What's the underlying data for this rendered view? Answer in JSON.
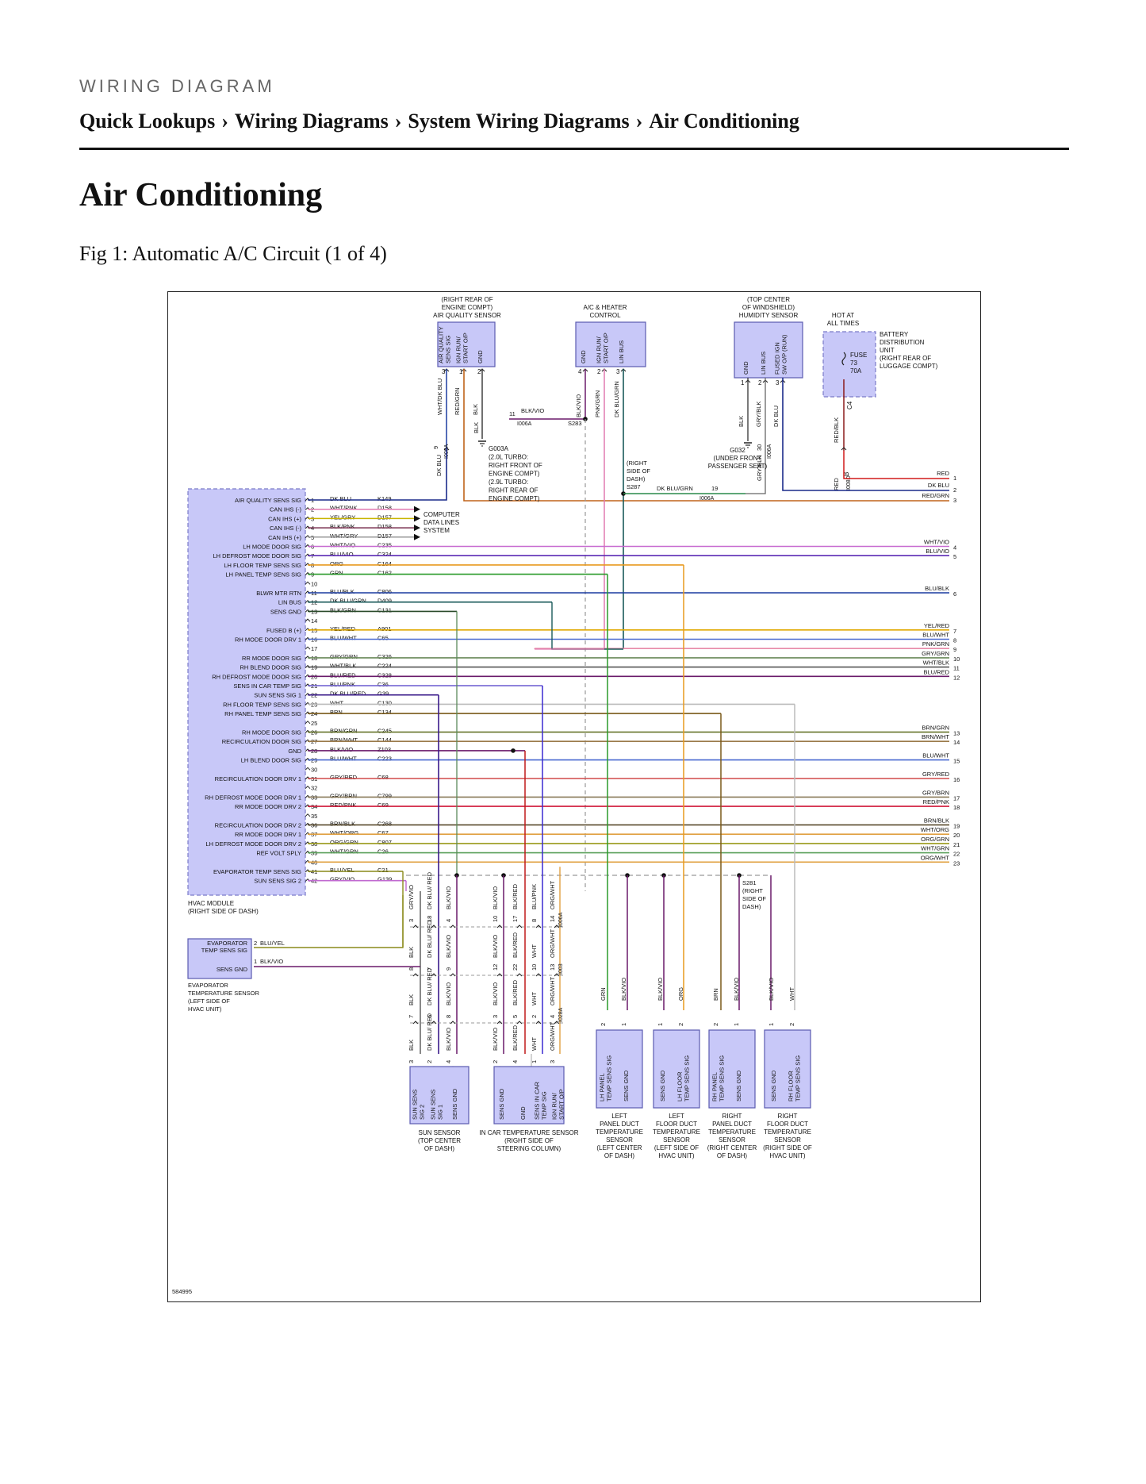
{
  "header": {
    "eyebrow": "WIRING DIAGRAM",
    "breadcrumbs": [
      "Quick Lookups",
      "Wiring Diagrams",
      "System Wiring Diagrams",
      "Air Conditioning"
    ],
    "separator": "›"
  },
  "page_title": "Air Conditioning",
  "figure_caption": "Fig 1: Automatic A/C Circuit (1 of 4)",
  "diagram": {
    "figure_id": "584995",
    "components": {
      "air_quality_sensor": {
        "label": [
          "(RIGHT REAR OF",
          "ENGINE COMPT)",
          "AIR QUALITY SENSOR"
        ],
        "pins": [
          {
            "num": "3",
            "name": [
              "AIR QUALITY",
              "SENS SIG"
            ],
            "wire": "WHT/DK BLU"
          },
          {
            "num": "1",
            "name": [
              "IGN RUN/",
              "START O/P"
            ],
            "wire": "RED/GRN"
          },
          {
            "num": "2",
            "name": [
              "GND"
            ],
            "wire": "BLK"
          }
        ]
      },
      "ac_heater_control": {
        "label": [
          "A/C & HEATER",
          "CONTROL"
        ],
        "pins": [
          {
            "num": "4",
            "name": [
              "GND"
            ],
            "wire": "BLK/VIO"
          },
          {
            "num": "2",
            "name": [
              "IGN RUN/",
              "START O/P"
            ],
            "wire": "PNK/GRN"
          },
          {
            "num": "3",
            "name": [
              "LIN BUS"
            ],
            "wire": "DK BLU/GRN"
          }
        ]
      },
      "humidity_sensor": {
        "label": [
          "(TOP CENTER",
          "OF WINDSHIELD)",
          "HUMIDITY SENSOR"
        ],
        "pins": [
          {
            "num": "1",
            "name": [
              "GND"
            ],
            "wire": "BLK"
          },
          {
            "num": "2",
            "name": [
              "LIN BUS"
            ],
            "wire": "GRY/BLK"
          },
          {
            "num": "3",
            "name": [
              "FUSED IGN",
              "SW O/P (RUN)"
            ],
            "wire": "DK BLU"
          }
        ]
      },
      "battery_distribution": {
        "hot_label": [
          "HOT AT",
          "ALL TIMES"
        ],
        "label": [
          "BATTERY",
          "DISTRIBUTION",
          "UNIT",
          "(RIGHT REAR OF",
          "LUGGAGE COMPT)"
        ],
        "fuse": [
          "FUSE",
          "73",
          "70A"
        ],
        "connector": "C4",
        "wire": "RED/BLK",
        "wire2": "RED",
        "pin": "B",
        "splice_tag": "I008D"
      },
      "grounds": {
        "g003a": [
          "G003A",
          "(2.0L TURBO:",
          "RIGHT FRONT OF",
          "ENGINE COMPT)",
          "(2.9L TURBO:",
          "RIGHT REAR OF",
          "ENGINE COMPT)"
        ],
        "g032": [
          "G032",
          "(UNDER FRONT",
          "PASSENGER SEAT)"
        ]
      },
      "splices": {
        "s283": "S283",
        "s287": [
          "(RIGHT",
          "SIDE OF",
          "DASH)",
          "S287"
        ],
        "s281": [
          "S281",
          "(RIGHT",
          "SIDE OF",
          "DASH)"
        ]
      },
      "computer_data_lines": [
        "COMPUTER",
        "DATA LINES",
        "SYSTEM"
      ],
      "hvac_module": [
        "HVAC MODULE",
        "(RIGHT SIDE OF DASH)"
      ],
      "evaporator_sensor": {
        "pins": [
          {
            "num": "2",
            "name": [
              "EVAPORATOR",
              "TEMP SENS SIG"
            ],
            "wire": "BLU/YEL"
          },
          {
            "num": "1",
            "name": [
              "SENS GND"
            ],
            "wire": "BLK/VIO"
          }
        ],
        "label": [
          "EVAPORATOR",
          "TEMPERATURE SENSOR",
          "(LEFT SIDE OF",
          "HVAC UNIT)"
        ]
      },
      "sun_sensor": {
        "pins": [
          [
            "SUN SENS",
            "SIG 2"
          ],
          [
            "SUN SENS",
            "SIG 1"
          ],
          [
            "SENS GND"
          ]
        ],
        "label": [
          "SUN SENSOR",
          "(TOP CENTER",
          "OF DASH)"
        ]
      },
      "in_car_sensor": {
        "pins": [
          [
            "SENS GND"
          ],
          [
            "GND"
          ],
          [
            "SENS IN CAR",
            "TEMP SIG"
          ],
          [
            "IGN RUN/",
            "START O/P"
          ]
        ],
        "label": [
          "IN CAR TEMPERATURE SENSOR",
          "(RIGHT SIDE OF",
          "STEERING COLUMN)"
        ]
      },
      "duct_sensors": [
        {
          "pins": [
            [
              "LH PANEL",
              "TEMP SENS SIG"
            ],
            [
              "SENS GND"
            ]
          ],
          "pin_nums": [
            "2",
            "1"
          ],
          "wires": [
            "GRN",
            "BLK/VIO"
          ],
          "label": [
            "LEFT",
            "PANEL DUCT",
            "TEMPERATURE",
            "SENSOR",
            "(LEFT CENTER",
            "OF DASH)"
          ]
        },
        {
          "pins": [
            [
              "SENS GND"
            ],
            [
              "LH FLOOR",
              "TEMP SENS SIG"
            ]
          ],
          "pin_nums": [
            "1",
            "2"
          ],
          "wires": [
            "BLK/VIO",
            "ORG"
          ],
          "label": [
            "LEFT",
            "FLOOR DUCT",
            "TEMPERATURE",
            "SENSOR",
            "(LEFT SIDE OF",
            "HVAC UNIT)"
          ]
        },
        {
          "pins": [
            [
              "RH PANEL",
              "TEMP SENS SIG"
            ],
            [
              "SENS GND"
            ]
          ],
          "pin_nums": [
            "2",
            "1"
          ],
          "wires": [
            "BRN",
            "BLK/VIO"
          ],
          "label": [
            "RIGHT",
            "PANEL DUCT",
            "TEMPERATURE",
            "SENSOR",
            "(RIGHT CENTER",
            "OF DASH)"
          ]
        },
        {
          "pins": [
            [
              "SENS GND"
            ],
            [
              "RH FLOOR",
              "TEMP SENS SIG"
            ]
          ],
          "pin_nums": [
            "1",
            "2"
          ],
          "wires": [
            "BLK/VIO",
            "WHT"
          ],
          "label": [
            "RIGHT",
            "FLOOR DUCT",
            "TEMPERATURE",
            "SENSOR",
            "(RIGHT SIDE OF",
            "HVAC UNIT)"
          ]
        }
      ]
    },
    "hvac_pins": [
      {
        "pin": "1",
        "signal": "AIR QUALITY SENS SIG",
        "wire": "DK BLU",
        "circuit": "K149",
        "color": "#1a2a8a",
        "right": "DK BLU",
        "ref": "2"
      },
      {
        "pin": "2",
        "signal": "CAN IHS (-)",
        "wire": "WHT/PNK",
        "circuit": "D158",
        "color": "#e07ab0",
        "right": "",
        "ref": ""
      },
      {
        "pin": "3",
        "signal": "CAN IHS (+)",
        "wire": "YEL/GRY",
        "circuit": "D157",
        "color": "#c8b400",
        "right": "",
        "ref": ""
      },
      {
        "pin": "4",
        "signal": "CAN IHS (-)",
        "wire": "BLK/PNK",
        "circuit": "D158",
        "color": "#7a3050",
        "right": "",
        "ref": ""
      },
      {
        "pin": "5",
        "signal": "CAN IHS (+)",
        "wire": "WHT/GRY",
        "circuit": "D157",
        "color": "#999999",
        "right": "",
        "ref": ""
      },
      {
        "pin": "6",
        "signal": "LH MODE DOOR SIG",
        "wire": "WHT/VIO",
        "circuit": "C235",
        "color": "#c76ad0",
        "right": "WHT/VIO",
        "ref": "4"
      },
      {
        "pin": "7",
        "signal": "LH DEFROST MODE DOOR SIG",
        "wire": "BLU/VIO",
        "circuit": "C324",
        "color": "#5b2ab5",
        "right": "BLU/VIO",
        "ref": "5"
      },
      {
        "pin": "8",
        "signal": "LH FLOOR TEMP SENS SIG",
        "wire": "ORG",
        "circuit": "C164",
        "color": "#e89a1e",
        "right": "",
        "ref": ""
      },
      {
        "pin": "9",
        "signal": "LH PANEL TEMP SENS SIG",
        "wire": "GRN",
        "circuit": "C162",
        "color": "#2a9a2a",
        "right": "",
        "ref": ""
      },
      {
        "pin": "10",
        "signal": "",
        "wire": "",
        "circuit": "",
        "color": "",
        "right": "",
        "ref": ""
      },
      {
        "pin": "11",
        "signal": "BLWR MTR RTN",
        "wire": "BLU/BLK",
        "circuit": "C806",
        "color": "#1a3aa0",
        "right": "BLU/BLK",
        "ref": "6"
      },
      {
        "pin": "12",
        "signal": "LIN BUS",
        "wire": "DK BLU/GRN",
        "circuit": "D409",
        "color": "#1a5a5a",
        "right": "",
        "ref": ""
      },
      {
        "pin": "13",
        "signal": "SENS GND",
        "wire": "BLK/GRN",
        "circuit": "C131",
        "color": "#2a4a2a",
        "right": "",
        "ref": ""
      },
      {
        "pin": "14",
        "signal": "",
        "wire": "",
        "circuit": "",
        "color": "",
        "right": "",
        "ref": ""
      },
      {
        "pin": "15",
        "signal": "FUSED B (+)",
        "wire": "YEL/RED",
        "circuit": "A901",
        "color": "#e0a800",
        "right": "YEL/RED",
        "ref": "7"
      },
      {
        "pin": "16",
        "signal": "RH MODE DOOR DRV 1",
        "wire": "BLU/WHT",
        "circuit": "C65",
        "color": "#4a6ad0",
        "right": "BLU/WHT",
        "ref": "8"
      },
      {
        "pin": "17",
        "signal": "",
        "wire": "",
        "circuit": "",
        "color": "#e88aa8",
        "right": "PNK/GRN",
        "ref": "9"
      },
      {
        "pin": "18",
        "signal": "RR MODE DOOR SIG",
        "wire": "GRY/GRN",
        "circuit": "C326",
        "color": "#6a8a5a",
        "right": "GRY/GRN",
        "ref": "10"
      },
      {
        "pin": "19",
        "signal": "RH BLEND DOOR SIG",
        "wire": "WHT/BLK",
        "circuit": "C224",
        "color": "#555555",
        "right": "WHT/BLK",
        "ref": "11"
      },
      {
        "pin": "20",
        "signal": "RH DEFROST MODE DOOR SIG",
        "wire": "BLU/RED",
        "circuit": "C328",
        "color": "#6a1a6a",
        "right": "BLU/RED",
        "ref": "12"
      },
      {
        "pin": "21",
        "signal": "SENS IN CAR TEMP SIG",
        "wire": "BLU/PNK",
        "circuit": "C36",
        "color": "#6a5ad0",
        "right": "",
        "ref": ""
      },
      {
        "pin": "22",
        "signal": "SUN SENS SIG 1",
        "wire": "DK BLU/RED",
        "circuit": "G39",
        "color": "#3a1a8a",
        "right": "",
        "ref": ""
      },
      {
        "pin": "23",
        "signal": "RH FLOOR TEMP SENS SIG",
        "wire": "WHT",
        "circuit": "C130",
        "color": "#bbbbbb",
        "right": "",
        "ref": ""
      },
      {
        "pin": "24",
        "signal": "RH PANEL TEMP SENS SIG",
        "wire": "BRN",
        "circuit": "C134",
        "color": "#7a5a1a",
        "right": "",
        "ref": ""
      },
      {
        "pin": "25",
        "signal": "",
        "wire": "",
        "circuit": "",
        "color": "",
        "right": "",
        "ref": ""
      },
      {
        "pin": "26",
        "signal": "RH MODE DOOR SIG",
        "wire": "BRN/GRN",
        "circuit": "C245",
        "color": "#5a6a1a",
        "right": "BRN/GRN",
        "ref": "13"
      },
      {
        "pin": "27",
        "signal": "RECIRCULATION DOOR SIG",
        "wire": "BRN/WHT",
        "circuit": "C144",
        "color": "#9a7a4a",
        "right": "BRN/WHT",
        "ref": "14"
      },
      {
        "pin": "28",
        "signal": "GND",
        "wire": "BLK/VIO",
        "circuit": "Z103",
        "color": "#6a1a6a",
        "right": "",
        "ref": ""
      },
      {
        "pin": "29",
        "signal": "LH BLEND DOOR SIG",
        "wire": "BLU/WHT",
        "circuit": "C223",
        "color": "#4a6ad0",
        "right": "BLU/WHT",
        "ref": "15"
      },
      {
        "pin": "30",
        "signal": "",
        "wire": "",
        "circuit": "",
        "color": "",
        "right": "",
        "ref": ""
      },
      {
        "pin": "31",
        "signal": "RECIRCULATION DOOR DRV 1",
        "wire": "GRY/RED",
        "circuit": "C68",
        "color": "#d04a4a",
        "right": "GRY/RED",
        "ref": "16"
      },
      {
        "pin": "32",
        "signal": "",
        "wire": "",
        "circuit": "",
        "color": "",
        "right": "",
        "ref": ""
      },
      {
        "pin": "33",
        "signal": "RH DEFROST MODE DOOR DRV 1",
        "wire": "GRY/BRN",
        "circuit": "C799",
        "color": "#8a7a5a",
        "right": "GRY/BRN",
        "ref": "17"
      },
      {
        "pin": "34",
        "signal": "RR MODE DOOR DRV 2",
        "wire": "RED/PNK",
        "circuit": "C69",
        "color": "#d01a3a",
        "right": "RED/PNK",
        "ref": "18"
      },
      {
        "pin": "35",
        "signal": "",
        "wire": "",
        "circuit": "",
        "color": "",
        "right": "",
        "ref": ""
      },
      {
        "pin": "36",
        "signal": "RECIRCULATION DOOR DRV 2",
        "wire": "BRN/BLK",
        "circuit": "C268",
        "color": "#4a3a1a",
        "right": "BRN/BLK",
        "ref": "19"
      },
      {
        "pin": "37",
        "signal": "RR MODE DOOR DRV 1",
        "wire": "WHT/ORG",
        "circuit": "C67",
        "color": "#e0a040",
        "right": "WHT/ORG",
        "ref": "20"
      },
      {
        "pin": "38",
        "signal": "LH DEFROST MODE DOOR DRV 2",
        "wire": "ORG/GRN",
        "circuit": "C807",
        "color": "#9a9a1a",
        "right": "ORG/GRN",
        "ref": "21"
      },
      {
        "pin": "39",
        "signal": "REF VOLT SPLY",
        "wire": "WHT/GRN",
        "circuit": "C26",
        "color": "#5aa05a",
        "right": "WHT/GRN",
        "ref": "22"
      },
      {
        "pin": "40",
        "signal": "",
        "wire": "",
        "circuit": "",
        "color": "#e0a040",
        "right": "ORG/WHT",
        "ref": "23"
      },
      {
        "pin": "41",
        "signal": "EVAPORATOR TEMP SENS SIG",
        "wire": "BLU/YEL",
        "circuit": "C21",
        "color": "#8a8a1a",
        "right": "",
        "ref": ""
      },
      {
        "pin": "42",
        "signal": "SUN SENS SIG 2",
        "wire": "GRY/VIO",
        "circuit": "G139",
        "color": "#c06ad0",
        "right": "",
        "ref": ""
      }
    ],
    "top_right_wires": [
      {
        "label": "RED",
        "ref": "1"
      },
      {
        "label": "DK BLU",
        "ref": "2"
      },
      {
        "label": "RED/GRN",
        "ref": "3"
      }
    ],
    "wire_labels": {
      "blk_vio_11": "11",
      "blk_vio": "BLK/VIO",
      "i006a": "I006A",
      "blk": "BLK",
      "dk_blu": "DK BLU",
      "pin9": "9",
      "dk_blu_grn": "DK BLU/GRN",
      "pin19": "19",
      "gry_blk": "GRY/BLK",
      "pin30": "30"
    },
    "inline_connectors": {
      "row1": [
        {
          "pin": "3",
          "wire": "GRY/VIO"
        },
        {
          "pin": "18",
          "wire": "DK BLU/ RED"
        },
        {
          "pin": "4",
          "wire": "BLK/VIO"
        },
        {
          "pin": "10",
          "wire": "BLK/VIO"
        },
        {
          "pin": "17",
          "wire": "BLK/RED"
        },
        {
          "pin": "8",
          "wire": "BLU/PNK"
        },
        {
          "pin": "14",
          "wire": "ORG/WHT"
        }
      ],
      "row1_tag": "I006A",
      "row2": [
        {
          "pin": "8",
          "wire": "BLK"
        },
        {
          "pin": "7",
          "wire": "DK BLU/ RED"
        },
        {
          "pin": "9",
          "wire": "BLK/VIO"
        },
        {
          "pin": "12",
          "wire": "BLK/VIO"
        },
        {
          "pin": "22",
          "wire": "BLK/RED"
        },
        {
          "pin": "10",
          "wire": "WHT"
        },
        {
          "pin": "13",
          "wire": "ORG/WHT"
        }
      ],
      "row2_tag": "I003",
      "row3": [
        {
          "pin": "7",
          "wire": "BLK"
        },
        {
          "pin": "6",
          "wire": "DK BLU/ RED"
        },
        {
          "pin": "8",
          "wire": "BLK/VIO"
        },
        {
          "pin": "3",
          "wire": "BLK/VIO"
        },
        {
          "pin": "5",
          "wire": "BLK/RED"
        },
        {
          "pin": "2",
          "wire": "WHT"
        },
        {
          "pin": "4",
          "wire": "ORG/WHT"
        }
      ],
      "row3_tag": "I028A",
      "row4": [
        {
          "pin": "3",
          "wire": "BLK"
        },
        {
          "pin": "2",
          "wire": "DK BLU/ RED"
        },
        {
          "pin": "4",
          "wire": "BLK/VIO"
        },
        {
          "pin": "2",
          "wire": "BLK/VIO"
        },
        {
          "pin": "4",
          "wire": "BLK/RED"
        },
        {
          "pin": "1",
          "wire": "WHT"
        },
        {
          "pin": "3",
          "wire": "ORG/WHT"
        }
      ]
    },
    "colors": {
      "component_fill": "#c8c8f8",
      "component_stroke": "#5a5ab0",
      "dashed_stroke": "#7a7ac8"
    }
  }
}
